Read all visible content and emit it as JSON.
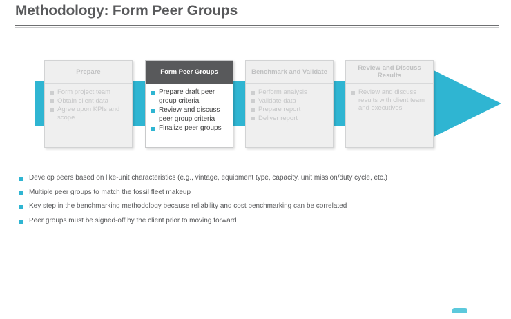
{
  "slide": {
    "title": "Methodology: Form Peer Groups"
  },
  "colors": {
    "accent_cyan": "#2fb5d2",
    "active_header_gray": "#58595b",
    "inactive_box_gray": "#efefef",
    "text_gray": "#58595b",
    "muted_text_gray": "#c6c7c8"
  },
  "process": {
    "arrow_direction": "right",
    "stages": [
      {
        "header": "Prepare",
        "active": false,
        "items": [
          "Form project team",
          "Obtain client data",
          "Agree upon KPIs and scope"
        ]
      },
      {
        "header": "Form Peer Groups",
        "active": true,
        "items": [
          "Prepare draft peer group criteria",
          "Review and discuss peer group criteria",
          "Finalize peer groups"
        ]
      },
      {
        "header": "Benchmark and Validate",
        "active": false,
        "items": [
          "Perform analysis",
          "Validate data",
          "Prepare report",
          "Deliver report"
        ]
      },
      {
        "header": "Review and Discuss Results",
        "active": false,
        "items": [
          "Review and discuss results with client team and executives"
        ]
      }
    ]
  },
  "notes": [
    "Develop peers based on like-unit characteristics (e.g., vintage, equipment type, capacity, unit mission/duty cycle, etc.)",
    "Multiple peer groups to match the fossil fleet makeup",
    "Key step in the benchmarking methodology because reliability and cost benchmarking can be correlated",
    "Peer groups must be signed-off by the client prior to moving forward"
  ]
}
